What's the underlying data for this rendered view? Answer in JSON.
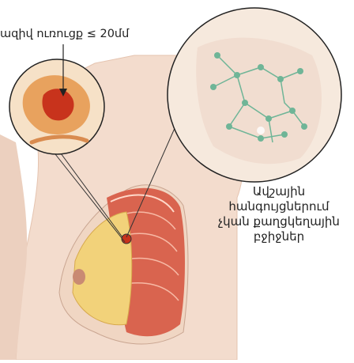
{
  "labels": {
    "tumor": "ազիվ ուռուցք ≤ 20մմ",
    "lymph_nodes": [
      "Ավշային",
      "հանգույցներում",
      "չկան քաղցկեղային",
      "բջիջներ"
    ]
  },
  "colors": {
    "skin": "#f3dccd",
    "skin_shadow": "#e5c4b0",
    "tissue_yellow": "#f2d27a",
    "muscle_red": "#d9644f",
    "tumor_red": "#c8331c",
    "lymph_green": "#6fb597",
    "outline": "#222222"
  }
}
